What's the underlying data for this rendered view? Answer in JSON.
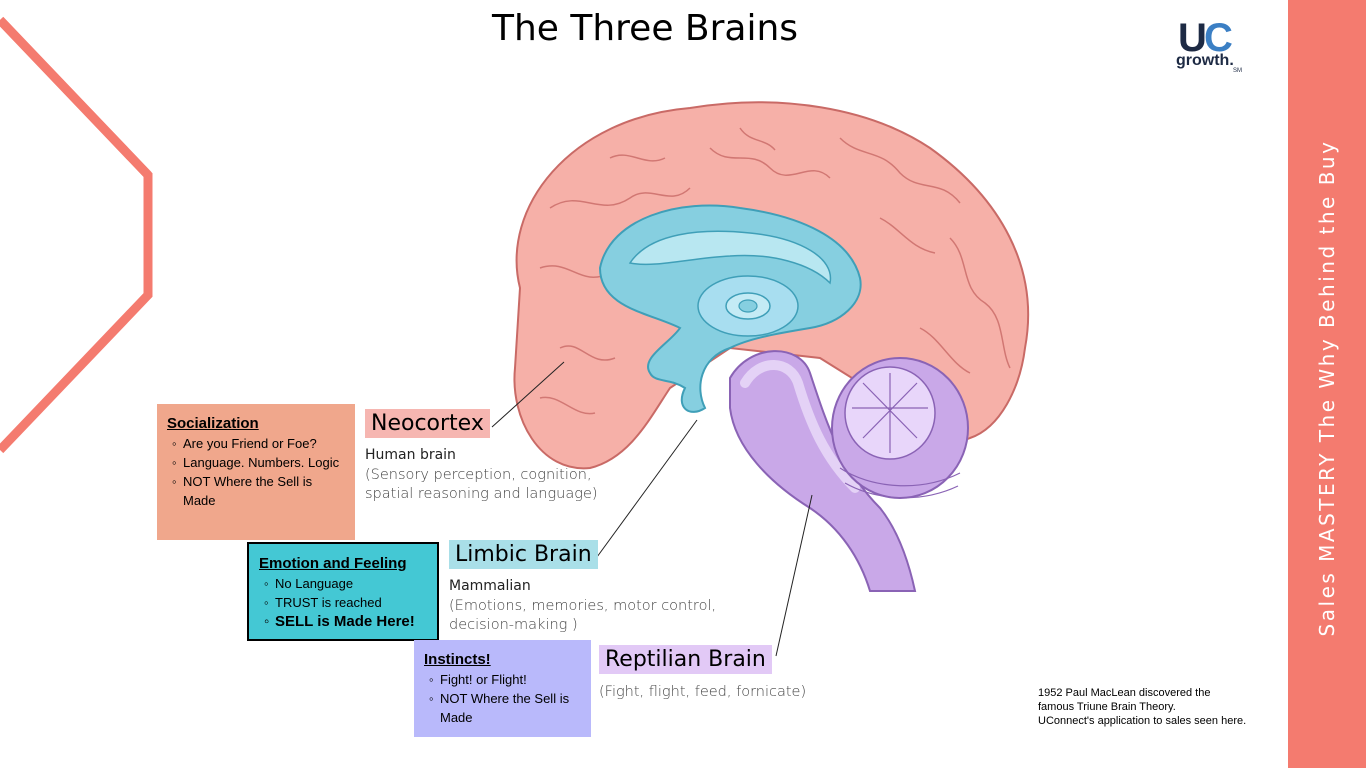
{
  "title": "The Three Brains",
  "logo": {
    "u": "U",
    "c": "C",
    "growth": "growth.",
    "sm": "SM"
  },
  "sidebar_text": "Sales MASTERY  The Why Behind the Buy",
  "colors": {
    "accent": "#f47b6f",
    "neocortex": "#f6b6b1",
    "limbic": "#a9dfe8",
    "reptilian": "#e2c9f6"
  },
  "boxes": {
    "socialization": {
      "heading": "Socialization",
      "items": [
        "Are you Friend or Foe?",
        "Language. Numbers. Logic",
        "NOT Where the Sell is Made"
      ]
    },
    "emotion": {
      "heading": "Emotion and Feeling",
      "items": [
        "No Language",
        "TRUST is reached",
        "SELL is Made Here!"
      ]
    },
    "instincts": {
      "heading": "Instincts!",
      "items": [
        "Fight! or Flight!",
        "NOT Where the Sell is Made"
      ]
    }
  },
  "brains": {
    "neocortex": {
      "label": "Neocortex",
      "type": "Human brain",
      "desc1": "(Sensory perception, cognition,",
      "desc2": "spatial reasoning and language)"
    },
    "limbic": {
      "label": "Limbic Brain",
      "type": "Mammalian",
      "desc1": "(Emotions, memories, motor control,",
      "desc2": "decision-making )"
    },
    "reptilian": {
      "label": "Reptilian Brain",
      "desc1": "(Fight, flight, feed, fornicate)"
    }
  },
  "footnote": [
    "1952 Paul MacLean discovered the",
    "famous Triune Brain Theory.",
    "UConnect's application to sales seen here."
  ]
}
